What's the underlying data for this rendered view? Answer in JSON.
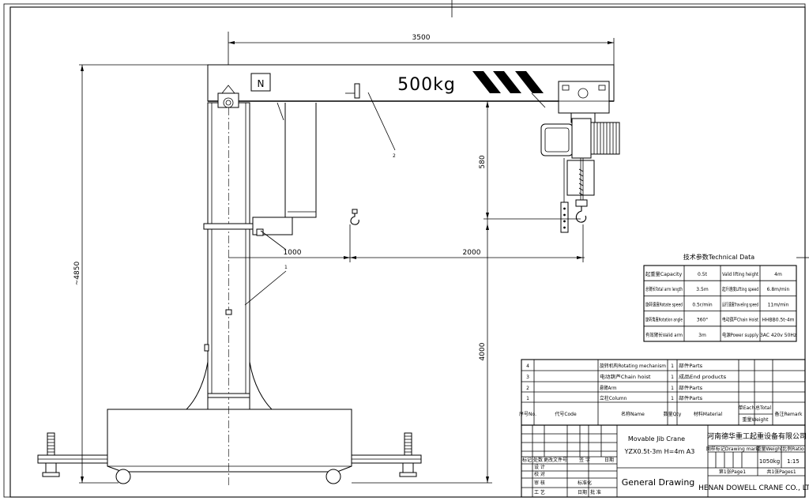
{
  "dimensions": {
    "boom_length": "3500",
    "total_height": "~4850",
    "hook_height": "580",
    "column_height": "4000",
    "min_reach": "1000",
    "travel": "2000"
  },
  "boom": {
    "capacity_label": "500kg",
    "logo_letter": "N"
  },
  "callouts": {
    "column": "1",
    "arm": "2"
  },
  "tech_table": {
    "title": "技术参数Technical Data",
    "rows": [
      [
        "起重量Capacity",
        "0.5t",
        "Valid lifting height",
        "4m"
      ],
      [
        "总臂长Total arm length",
        "3.5m",
        "起升速度Lifting speed",
        "6.8m/min"
      ],
      [
        "旋转速度Rotate speed",
        "0.5r/min",
        "运行速度Traveling speed",
        "11m/min"
      ],
      [
        "旋转角度Rotation angle",
        "360°",
        "电动葫芦Chain Hoist",
        "HHBB0.5t-4m"
      ],
      [
        "有效臂长Valid arm",
        "3m",
        "电源Power supply",
        "3AC 420v 50Hz"
      ]
    ]
  },
  "parts_list": {
    "rows": [
      [
        "4",
        "",
        "旋转机构Rotating mechanism",
        "1",
        "部件Parts",
        "",
        "",
        ""
      ],
      [
        "3",
        "",
        "电动葫芦Chain hoist",
        "1",
        "成品End products",
        "",
        "",
        ""
      ],
      [
        "2",
        "",
        "悬臂Arm",
        "1",
        "部件Parts",
        "",
        "",
        ""
      ],
      [
        "1",
        "",
        "立柱Column",
        "1",
        "部件Parts",
        "",
        "",
        ""
      ]
    ],
    "header": [
      "序号No.",
      "代号Code",
      "名称Name",
      "数量Qty",
      "材料Material",
      "单Each",
      "总Total",
      "备注Remark"
    ],
    "weight_label": "重量Weight"
  },
  "title_block": {
    "product_name": "Movable Jib Crane",
    "model": "YZX0.5t-3m H=4m A3",
    "drawing_type": "General Drawing",
    "company_cn": "河南德华重工起重设备有限公司",
    "company_en": "HENAN DOWELL CRANE CO., LTD",
    "mark_label": "图样标记Drawing mark",
    "weight_label": "重量Weight",
    "ratio_label": "比例Ratio",
    "weight_value": "1050kg",
    "ratio_value": "1:15",
    "page_label": "第1张Page1",
    "pages_label": "共1张Pages1",
    "sign_labels": [
      "标记",
      "处数",
      "更改文件号",
      "签 字",
      "日期"
    ],
    "role_labels": [
      "设 计",
      "校 对",
      "审 核",
      "工 艺",
      "批 准"
    ],
    "side_labels": [
      "标准化",
      "日期"
    ]
  }
}
